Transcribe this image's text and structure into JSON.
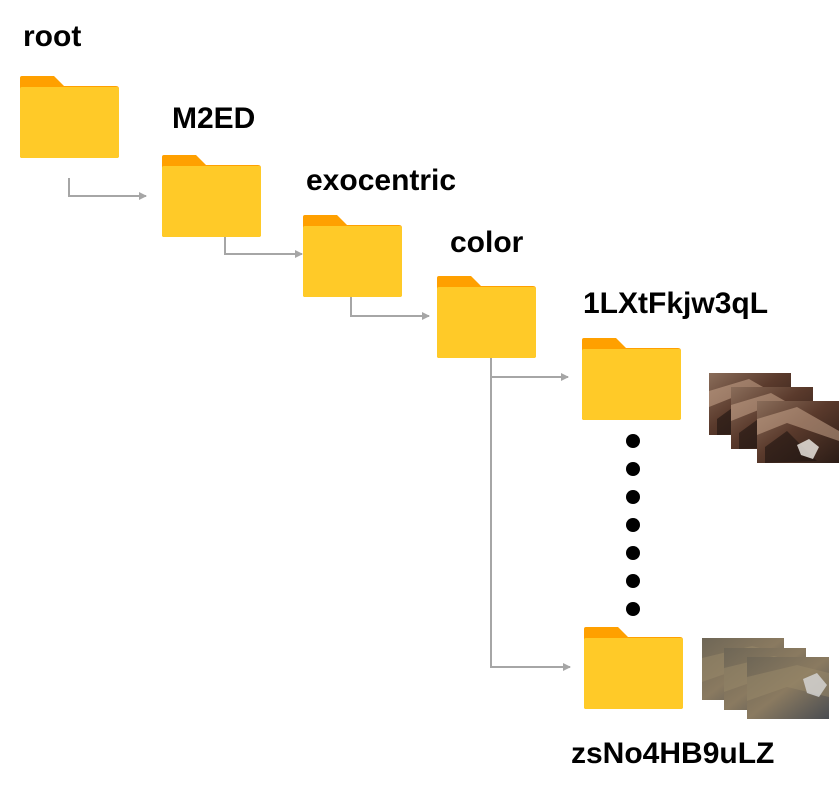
{
  "folders": [
    {
      "id": "root",
      "label": "root"
    },
    {
      "id": "m2ed",
      "label": "M2ED"
    },
    {
      "id": "exocentric",
      "label": "exocentric"
    },
    {
      "id": "color",
      "label": "color"
    },
    {
      "id": "scene-first",
      "label": "1LXtFkjw3qL"
    },
    {
      "id": "scene-last",
      "label": "zsNo4HB9uLZ"
    }
  ],
  "colors": {
    "folder_body": "#FFCA28",
    "folder_tab": "#FFA000",
    "connector": "#A6A6A6",
    "dot": "#000000"
  }
}
